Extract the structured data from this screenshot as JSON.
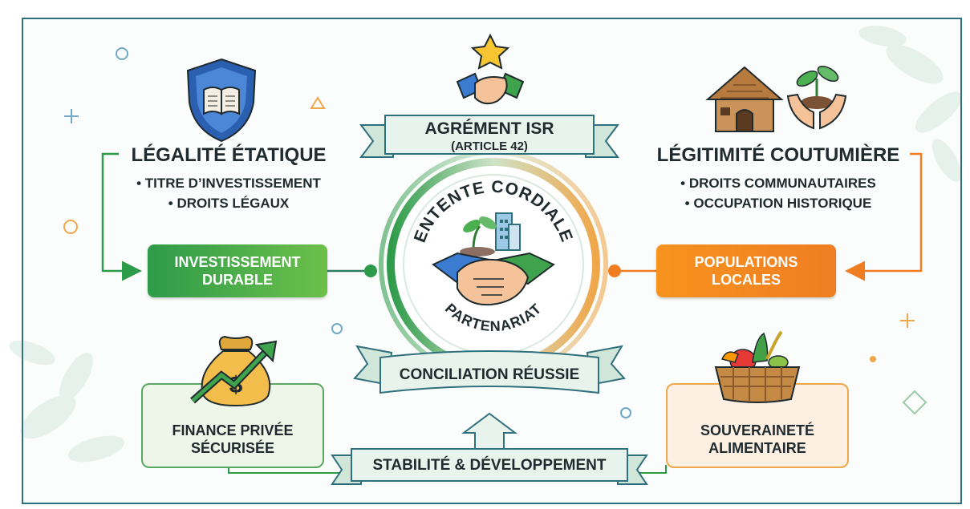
{
  "center": {
    "arc_top": "ENTENTE CORDIALE",
    "arc_bottom": "PARTENARIAT"
  },
  "top_ribbon": {
    "title": "AGRÉMENT ISR",
    "subtitle": "(ARTICLE 42)"
  },
  "bottom_ribbon": {
    "label": "CONCILIATION RÉUSSIE"
  },
  "footer_ribbon": {
    "label": "STABILITÉ & DÉVELOPPEMENT"
  },
  "left_block": {
    "title": "LÉGALITÉ ÉTATIQUE",
    "bullets": [
      "• TITRE D’INVESTISSEMENT",
      "• DROITS LÉGAUX"
    ]
  },
  "right_block": {
    "title": "LÉGITIMITÉ COUTUMIÈRE",
    "bullets": [
      "• DROITS COMMUNAUTAIRES",
      "• OCCUPATION HISTORIQUE"
    ]
  },
  "left_pill": {
    "line1": "INVESTISSEMENT",
    "line2": "DURABLE"
  },
  "right_pill": {
    "line1": "POPULATIONS",
    "line2": "LOCALES"
  },
  "left_card": {
    "line1": "FINANCE PRIVÉE",
    "line2": "SÉCURISÉE"
  },
  "right_card": {
    "line1": "SOUVERAINETÉ",
    "line2": "ALIMENTAIRE"
  },
  "colors": {
    "frame": "#2f6f7e",
    "green": "#2e9b4a",
    "orange": "#f07d22",
    "ribbon_fill": "#e8f3ec",
    "ribbon_edge": "#2f6f7e"
  },
  "icons": [
    "shield-book-icon",
    "star-handshake-icon",
    "hut-icon",
    "seedling-hands-icon",
    "handshake-plant-building-icon",
    "money-bag-icon",
    "vegetable-basket-icon"
  ]
}
